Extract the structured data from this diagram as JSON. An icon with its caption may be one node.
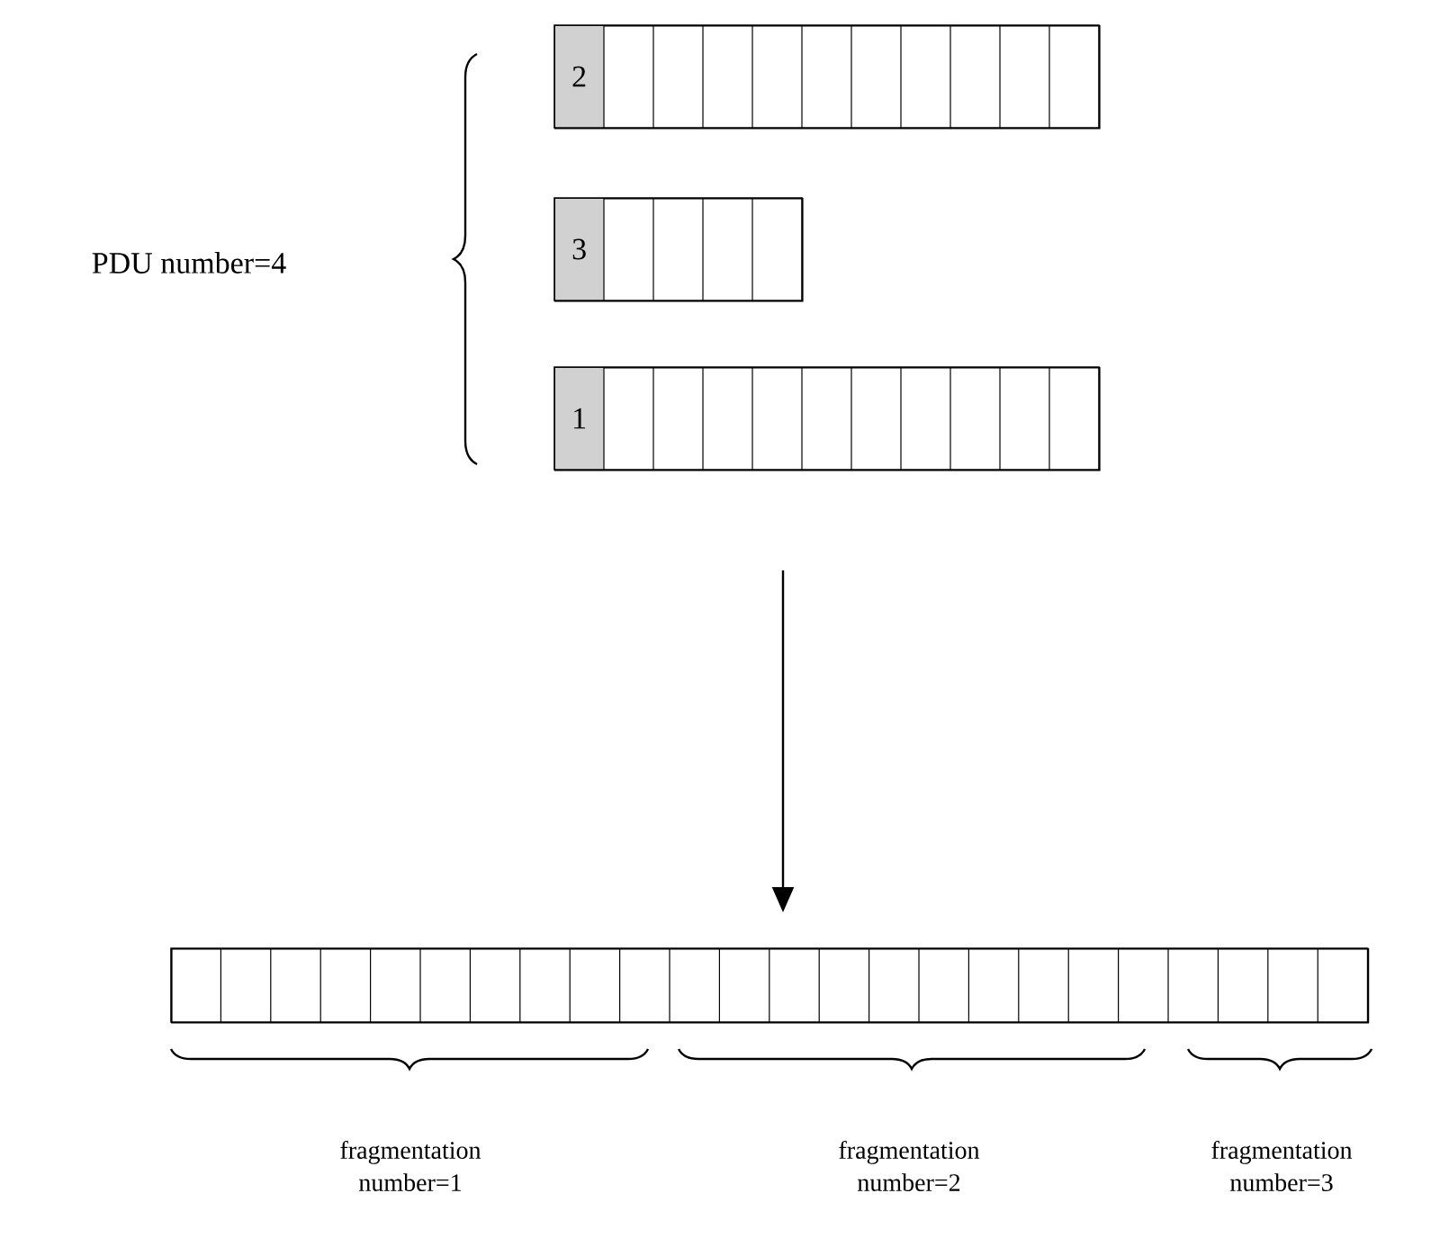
{
  "diagram": {
    "nodes": [
      {
        "text": [
          "2"
        ]
      },
      {
        "text": [
          "3"
        ]
      },
      {
        "text": [
          "1"
        ]
      },
      {
        "text": [],
        "shape": "bar"
      }
    ],
    "edges": [
      {
        "from": null,
        "to": 3,
        "arrow": "to"
      }
    ],
    "labels": [
      "PDU number=4",
      "fragmentation number=1",
      "fragmentation number=2",
      "fragmentation number=3"
    ]
  }
}
